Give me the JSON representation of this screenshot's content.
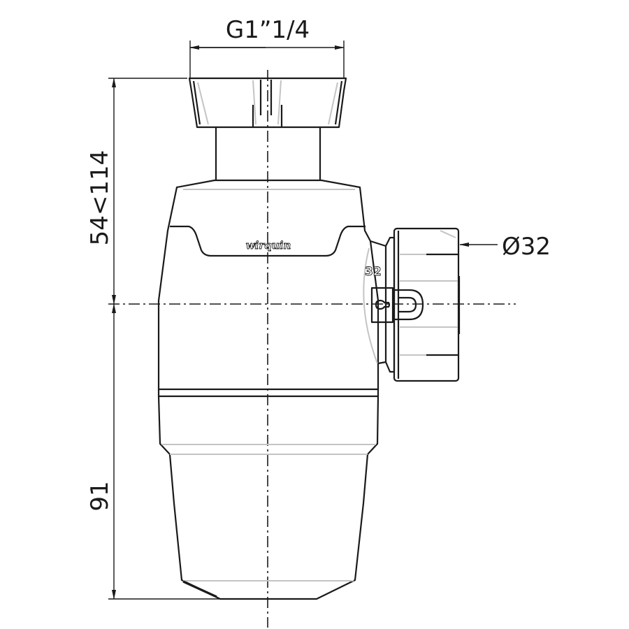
{
  "dimensions": {
    "inlet_thread": "G1”1/4",
    "height_adjustable": "54<114",
    "lower_height": "91",
    "outlet_diameter": "Ø32"
  },
  "part_markings": {
    "brand_logo": "wirquin",
    "outlet_size_mark": "32"
  }
}
